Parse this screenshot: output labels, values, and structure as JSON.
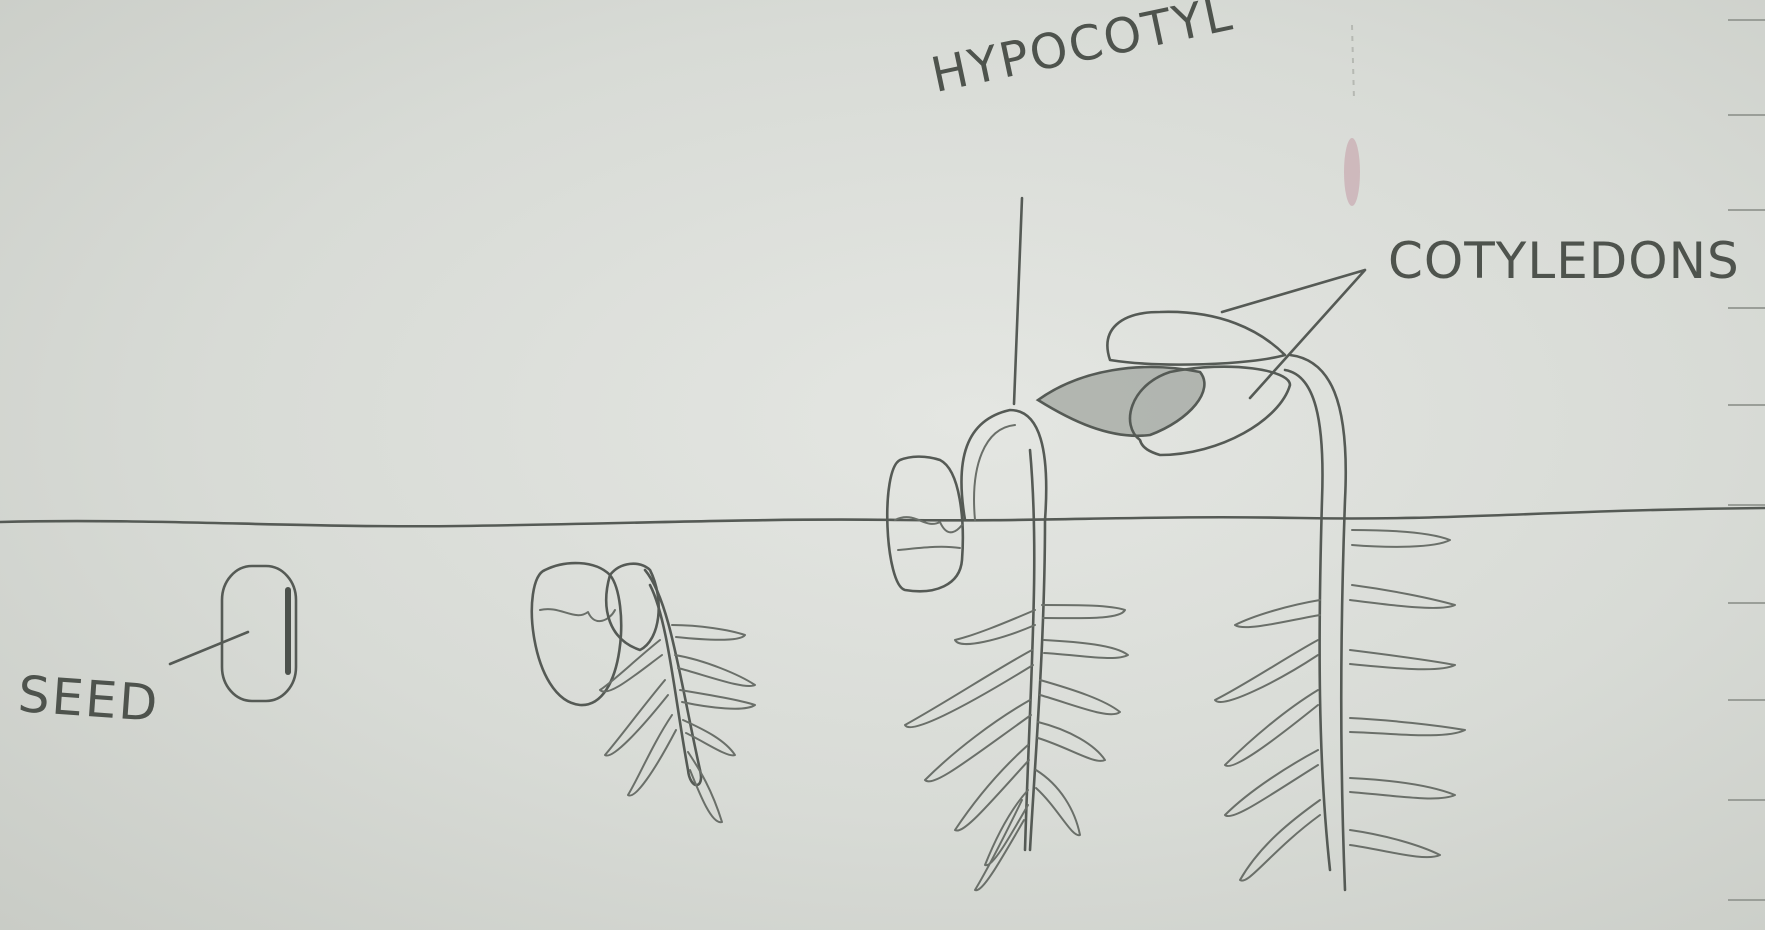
{
  "labels": {
    "hypocotyl": "HYPOCOTYL",
    "cotyledons": "COTYLEDONS",
    "seed": "SEED"
  },
  "colors": {
    "paper": "#d8dbd6",
    "pencil": "#555a55",
    "shading": "#8a8f89",
    "pink_smudge": "#c9a9b0"
  }
}
